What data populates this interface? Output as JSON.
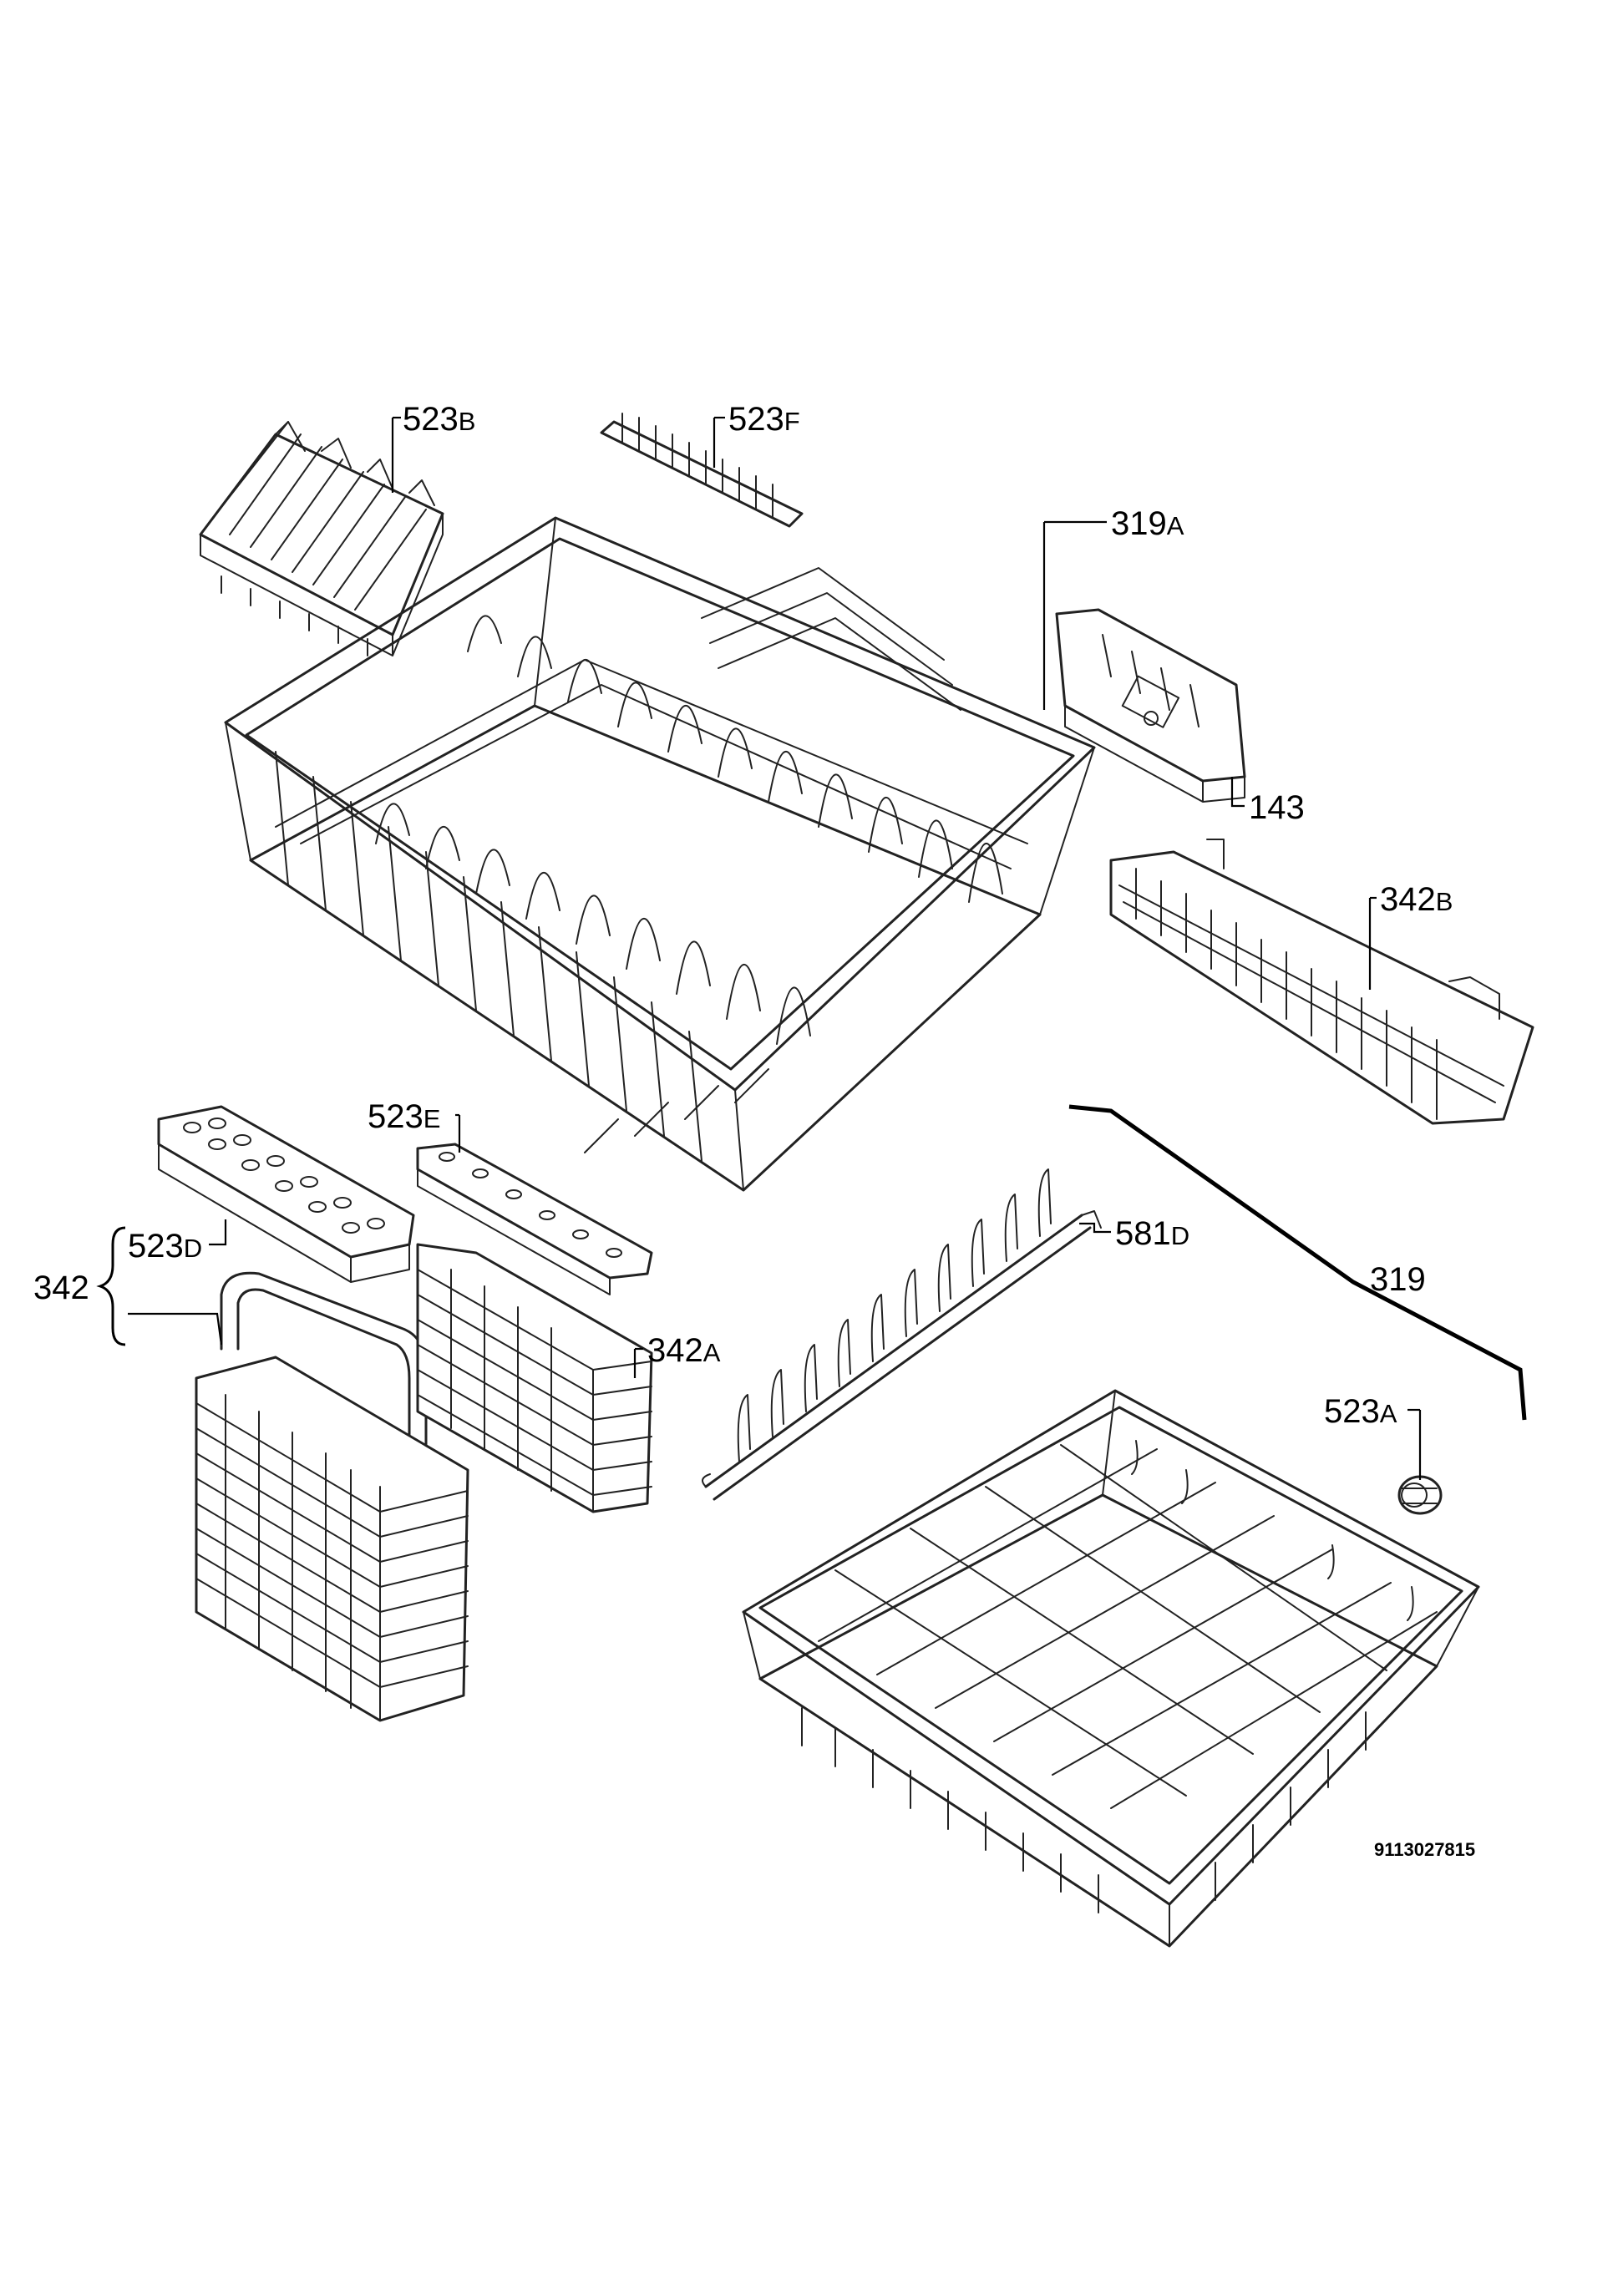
{
  "diagram": {
    "document_number": "9113027815",
    "callouts": [
      {
        "id": "523B",
        "base": "523",
        "suffix": "B"
      },
      {
        "id": "523F",
        "base": "523",
        "suffix": "F"
      },
      {
        "id": "319A",
        "base": "319",
        "suffix": "A"
      },
      {
        "id": "143",
        "base": "143",
        "suffix": ""
      },
      {
        "id": "342B",
        "base": "342",
        "suffix": "B"
      },
      {
        "id": "523E",
        "base": "523",
        "suffix": "E"
      },
      {
        "id": "581D",
        "base": "581",
        "suffix": "D"
      },
      {
        "id": "319",
        "base": "319",
        "suffix": ""
      },
      {
        "id": "342",
        "base": "342",
        "suffix": ""
      },
      {
        "id": "523D",
        "base": "523",
        "suffix": "D"
      },
      {
        "id": "342A",
        "base": "342",
        "suffix": "A"
      },
      {
        "id": "523A",
        "base": "523",
        "suffix": "A"
      }
    ],
    "parts": [
      {
        "name": "upper-basket-icon"
      },
      {
        "name": "lower-basket-icon"
      },
      {
        "name": "cup-rack-icon"
      },
      {
        "name": "comb-insert-icon"
      },
      {
        "name": "rail-bracket-icon"
      },
      {
        "name": "knife-tray-icon"
      },
      {
        "name": "cutlery-basket-lid-icon"
      },
      {
        "name": "cutlery-basket-icon"
      },
      {
        "name": "plate-rack-icon"
      },
      {
        "name": "wheel-icon"
      }
    ]
  }
}
